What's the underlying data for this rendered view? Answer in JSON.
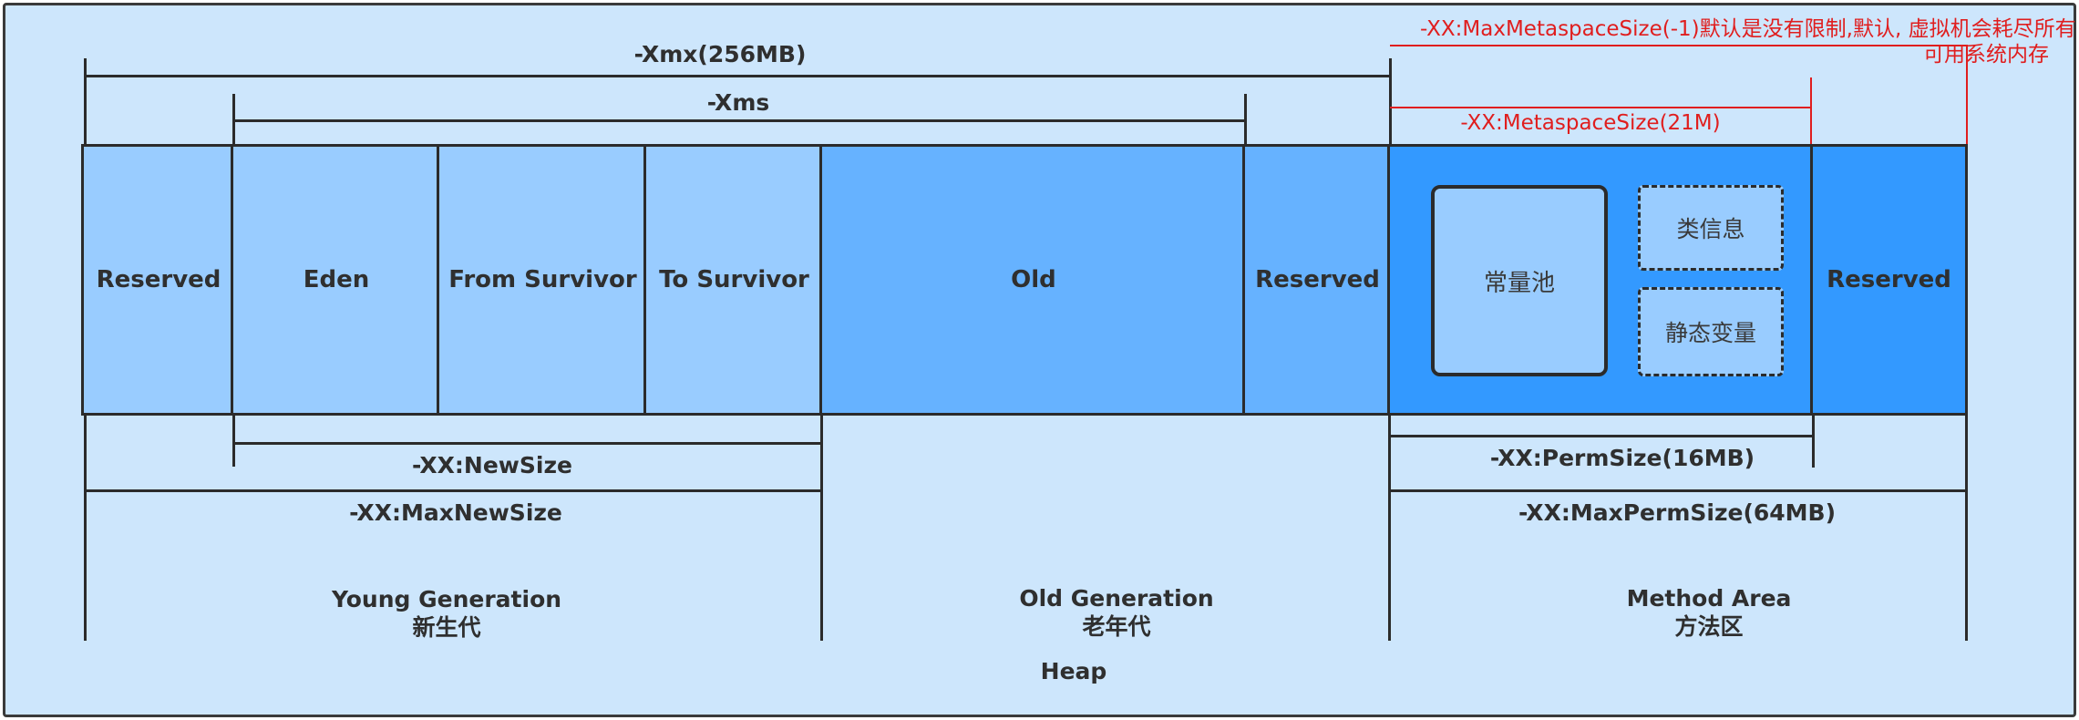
{
  "diagram": {
    "heap_label": "Heap",
    "cells": {
      "reserved_young": "Reserved",
      "eden": "Eden",
      "from_survivor": "From Survivor",
      "to_survivor": "To Survivor",
      "old": "Old",
      "reserved_old": "Reserved",
      "reserved_method": "Reserved"
    },
    "method_area_items": {
      "constant_pool": "常量池",
      "class_info": "类信息",
      "static_vars": "静态变量"
    },
    "params": {
      "xmx": "-Xmx(256MB)",
      "xms": "-Xms",
      "new_size": "-XX:NewSize",
      "max_new_size": "-XX:MaxNewSize",
      "perm_size": "-XX:PermSize(16MB)",
      "max_perm_size": "-XX:MaxPermSize(64MB)"
    },
    "annotations": {
      "max_metaspace_line1": "-XX:MaxMetaspaceSize(-1)默认是没有限制,默认, 虚拟机会耗尽所有",
      "max_metaspace_line2": "可用系统内存",
      "metaspace_size": "-XX:MetaspaceSize(21M)"
    },
    "generations": {
      "young_en": "Young Generation",
      "young_zh": "新生代",
      "old_en": "Old Generation",
      "old_zh": "老年代",
      "method_en": "Method Area",
      "method_zh": "方法区"
    },
    "colors": {
      "background": "#cde6fc",
      "light_cell": "#99ccff",
      "mid_cell": "#66b2ff",
      "dark_cell": "#3399ff",
      "annotation": "#e01e1e"
    }
  }
}
